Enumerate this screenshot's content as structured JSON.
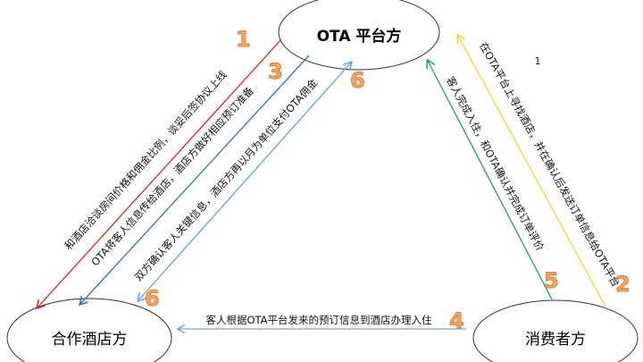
{
  "nodes": {
    "ota": "OTA 平台方",
    "hotel": "合作酒店方",
    "consumer": "消费者方"
  },
  "edges": [
    {
      "step": "1",
      "text": "和酒店洽谈房间价格和佣金比例，谈妥后签协议上线",
      "color": "#e02020"
    },
    {
      "step": "2",
      "text": "在OTA平台上寻找酒店，并在确认后发送订单信息给OTA平台",
      "color": "#f0f040"
    },
    {
      "step": "3",
      "text": "OTA将客人信息传给酒店，酒店方做好相应预订准备",
      "color": "#3a70b0"
    },
    {
      "step": "4",
      "text": "客人根据OTA平台发来的预订信息到酒店办理入住",
      "color": "#8aa0b8"
    },
    {
      "step": "5",
      "text": "客人完成入住，和OTA确认并完成订单评价",
      "color": "#20a060"
    },
    {
      "step": "6",
      "text": "双方确认客人关键信息，酒店方再以月为单位支付OTA佣金",
      "color": "#6aa0d8"
    }
  ],
  "page_number": "1"
}
